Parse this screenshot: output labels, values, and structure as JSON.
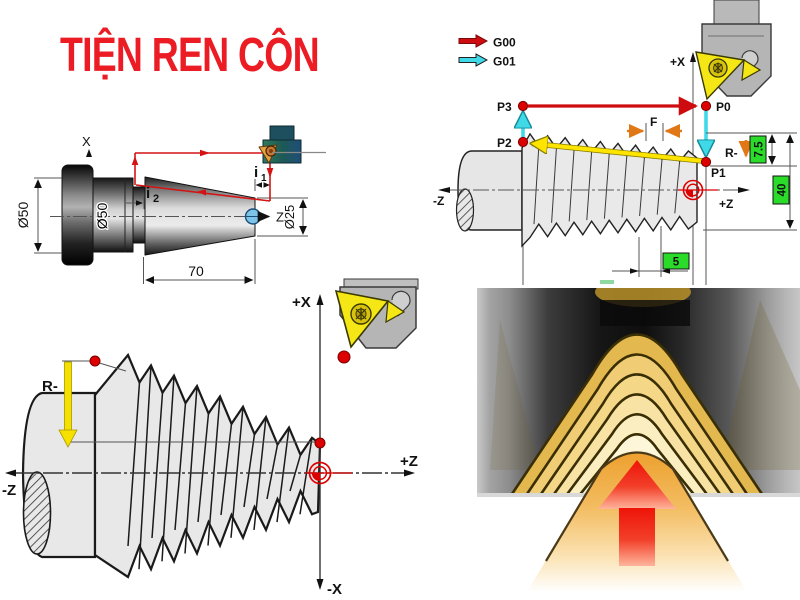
{
  "title": "TIỆN REN CÔN",
  "colors": {
    "title": "#EC1C24",
    "rapid": "#CE0B0E",
    "feed": "#3FD9E8",
    "cut": "#FFE400",
    "dim_arrow": "#E07818",
    "badge": "#2ADB2A",
    "point": "#DD0000"
  },
  "legend": {
    "g00": "G00",
    "g01": "G01"
  },
  "tl": {
    "axis_x": "X",
    "axis_z": "Z",
    "dia50_out": "Ø50",
    "dia50_cyl": "Ø50",
    "dia25": "Ø25",
    "len70": "70",
    "i1": "i",
    "i1s": "1",
    "i2": "i",
    "i2s": "2"
  },
  "tr": {
    "p0": "P0",
    "p1": "P1",
    "p2": "P2",
    "p3": "P3",
    "px": "+X",
    "pz": "+Z",
    "mz": "-Z",
    "f": "F",
    "r": "R-",
    "d75": "7.5",
    "d40": "40",
    "d5": "5"
  },
  "bl": {
    "px": "+X",
    "mx": "-X",
    "pz": "+Z",
    "mz": "-Z",
    "r": "R-"
  }
}
